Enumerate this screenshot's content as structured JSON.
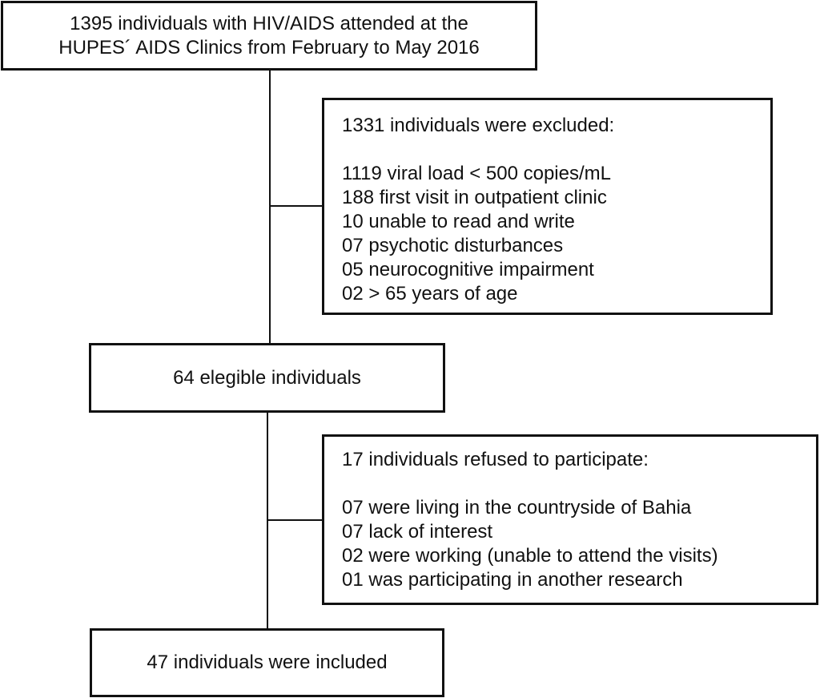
{
  "flowchart": {
    "top_box": {
      "line1": "1395 individuals with HIV/AIDS attended at the",
      "line2": "HUPES´ AIDS Clinics from February to May 2016"
    },
    "excluded_box": {
      "heading": "1331 individuals were excluded:",
      "items": [
        "1119 viral load < 500 copies/mL",
        "188 first visit in outpatient clinic",
        "10 unable to read and write",
        "07 psychotic disturbances",
        "05 neurocognitive impairment",
        "02 > 65 years of age"
      ]
    },
    "eligible_box": {
      "text": "64 elegible individuals"
    },
    "refused_box": {
      "heading": "17 individuals refused to participate:",
      "items": [
        "07 were living in the countryside of Bahia",
        "07 lack of interest",
        "02 were working (unable to attend the visits)",
        "01 was participating in another research"
      ]
    },
    "included_box": {
      "text": "47 individuals were included"
    }
  }
}
